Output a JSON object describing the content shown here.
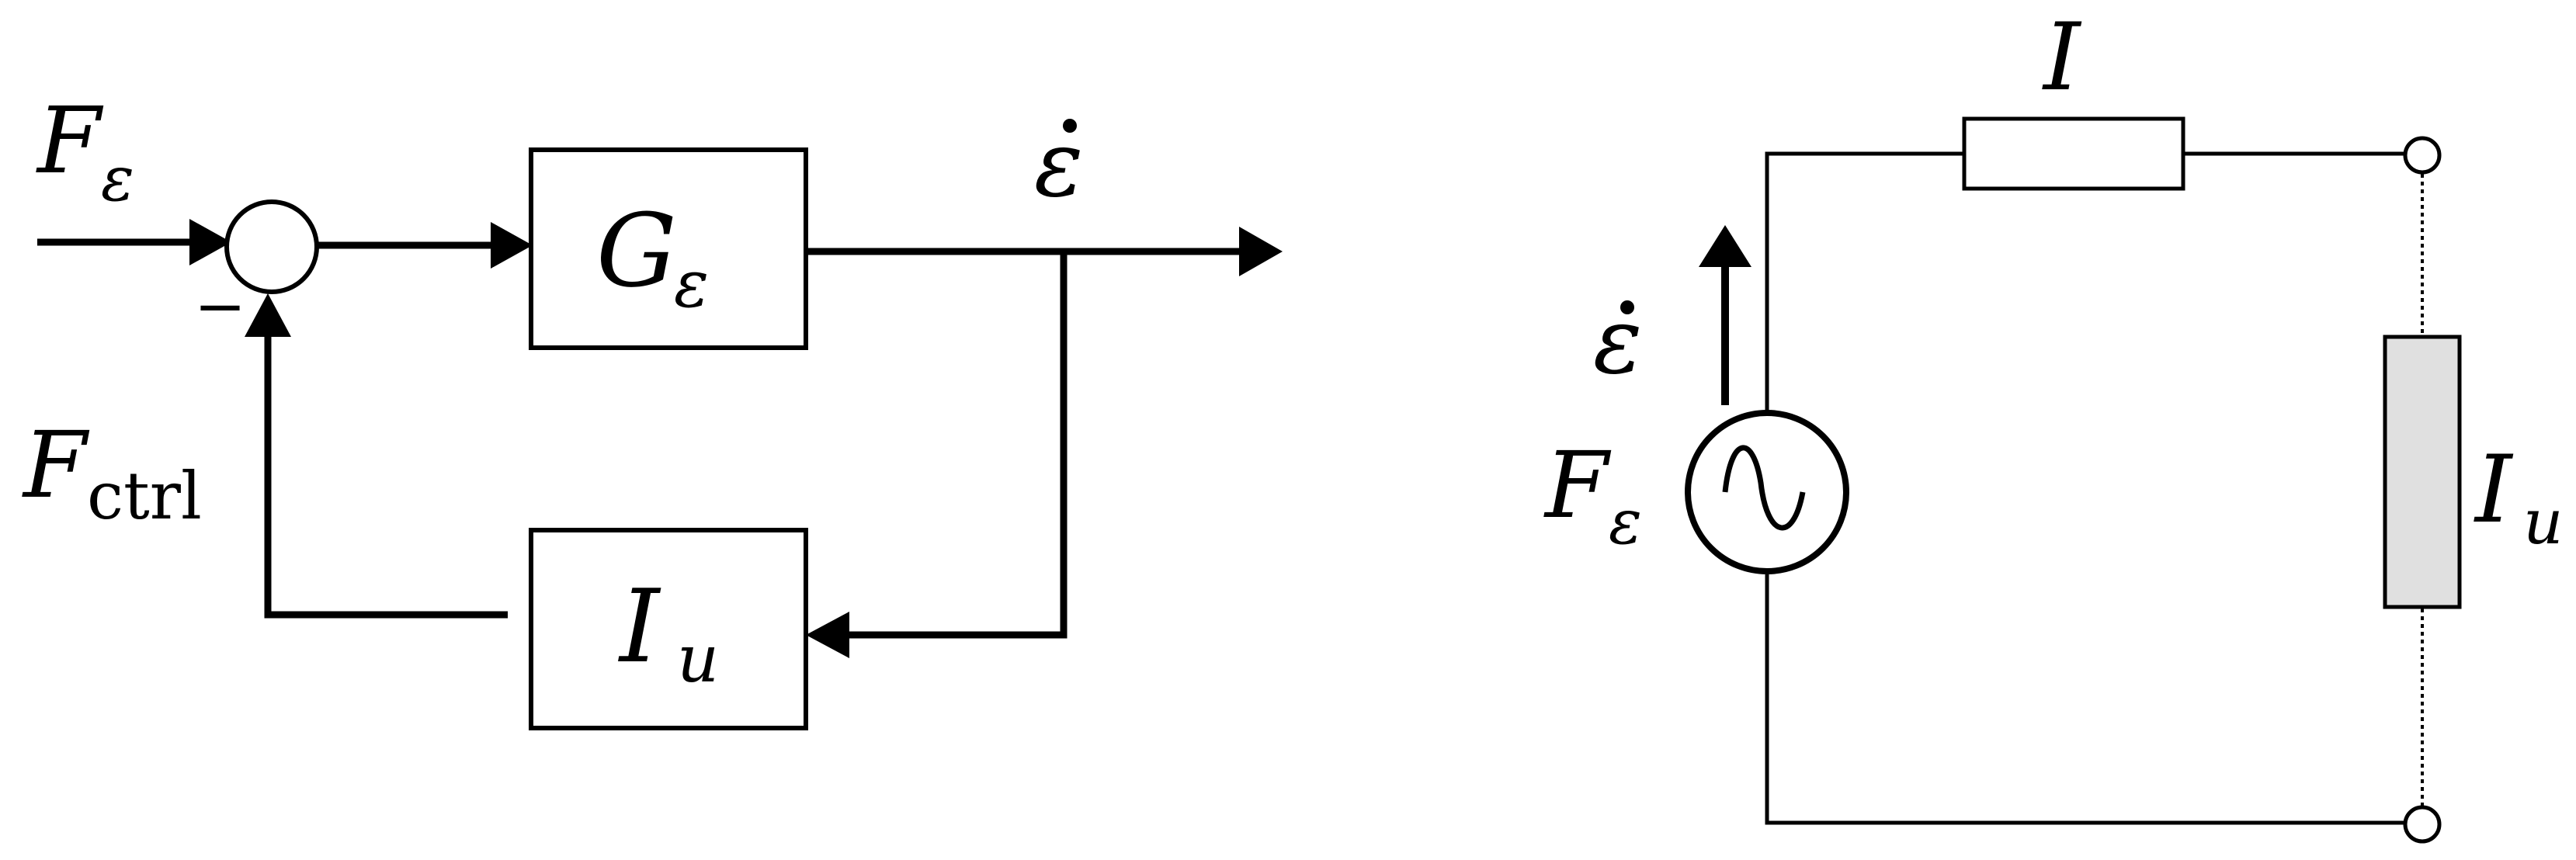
{
  "block_diagram": {
    "input_symbol": "F",
    "input_subscript": "ε",
    "sum_sign": "−",
    "forward_block_symbol": "G",
    "forward_block_subscript": "ε",
    "output_symbol": "ε",
    "feedback_block_symbol": "I",
    "feedback_block_subscript": "u",
    "feedback_symbol": "F",
    "feedback_subscript": "ctrl"
  },
  "circuit": {
    "series_impedance_symbol": "I",
    "flow_symbol": "ε",
    "source_symbol": "F",
    "source_subscript": "ε",
    "load_symbol": "I",
    "load_subscript": "u"
  },
  "colors": {
    "stroke": "#000000",
    "load_fill": "#e0e0e0",
    "background": "#ffffff"
  }
}
